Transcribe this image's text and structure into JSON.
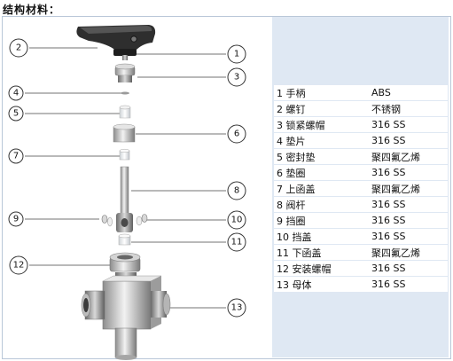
{
  "title": "结构材料：",
  "callouts": [
    "1",
    "2",
    "3",
    "4",
    "5",
    "6",
    "7",
    "8",
    "9",
    "10",
    "11",
    "12",
    "13"
  ],
  "parts": [
    {
      "name": "1 手柄",
      "material": "ABS"
    },
    {
      "name": "2 螺钉",
      "material": "不锈钢"
    },
    {
      "name": "3 锁紧螺帽",
      "material": "316 SS"
    },
    {
      "name": "4 垫片",
      "material": "316 SS"
    },
    {
      "name": "5 密封垫",
      "material": "聚四氟乙烯"
    },
    {
      "name": "6 垫圈",
      "material": "316 SS"
    },
    {
      "name": "7 上函盖",
      "material": "聚四氟乙烯"
    },
    {
      "name": "8 阀杆",
      "material": "316 SS"
    },
    {
      "name": "9 挡圈",
      "material": "316 SS"
    },
    {
      "name": "10 挡盖",
      "material": "316 SS"
    },
    {
      "name": "11 下函盖",
      "material": "聚四氟乙烯"
    },
    {
      "name": "12 安装螺帽",
      "material": "316 SS"
    },
    {
      "name": "13 母体",
      "material": "316 SS"
    }
  ]
}
